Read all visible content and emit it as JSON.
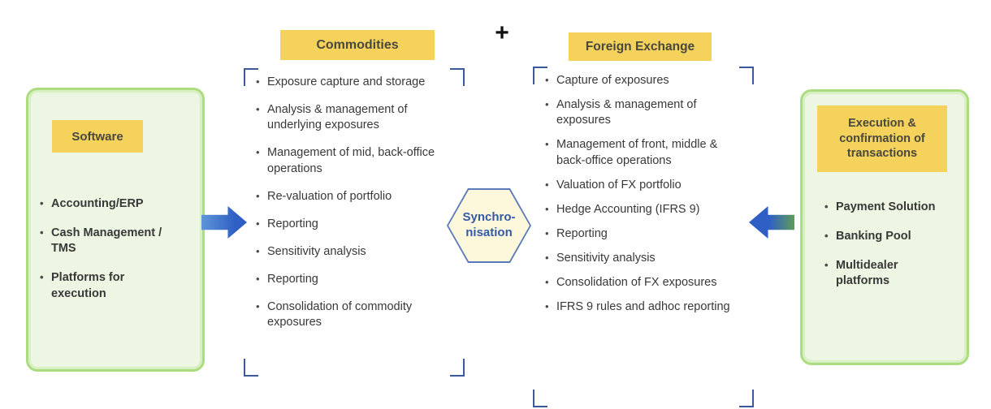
{
  "left_panel": {
    "header": "Software",
    "items": [
      "Accounting/ERP",
      "Cash Management / TMS",
      "Platforms for execution"
    ]
  },
  "commodities": {
    "header": "Commodities",
    "items": [
      "Exposure capture and storage",
      "Analysis & management of underlying exposures",
      "Management of mid, back-office operations",
      "Re-valuation of portfolio",
      "Reporting",
      "Sensitivity analysis",
      "Reporting",
      "Consolidation of commodity exposures"
    ]
  },
  "plus_sign": "+",
  "foreign_exchange": {
    "header": "Foreign Exchange",
    "items": [
      "Capture of exposures",
      "Analysis & management of exposures",
      "Management of front, middle & back-office operations",
      "Valuation of FX portfolio",
      "Hedge Accounting (IFRS 9)",
      "Reporting",
      "Sensitivity analysis",
      "Consolidation of FX exposures",
      "IFRS 9 rules and adhoc reporting"
    ]
  },
  "hexagon": {
    "line1": "Synchro-",
    "line2": "nisation"
  },
  "right_panel": {
    "header": "Execution & confirmation of transactions",
    "items": [
      "Payment Solution",
      "Banking Pool",
      "Multidealer platforms"
    ]
  },
  "colors": {
    "header_yellow": "#f5d25c",
    "panel_green_fill": "#ecf6e2",
    "panel_green_border": "#abdd80",
    "arrow_blue": "#2f5fc4",
    "bracket_blue": "#3c5a99",
    "hexagon_fill": "#fdf8dc",
    "hexagon_border": "#5b79b8",
    "hexagon_text": "#3558a8"
  }
}
